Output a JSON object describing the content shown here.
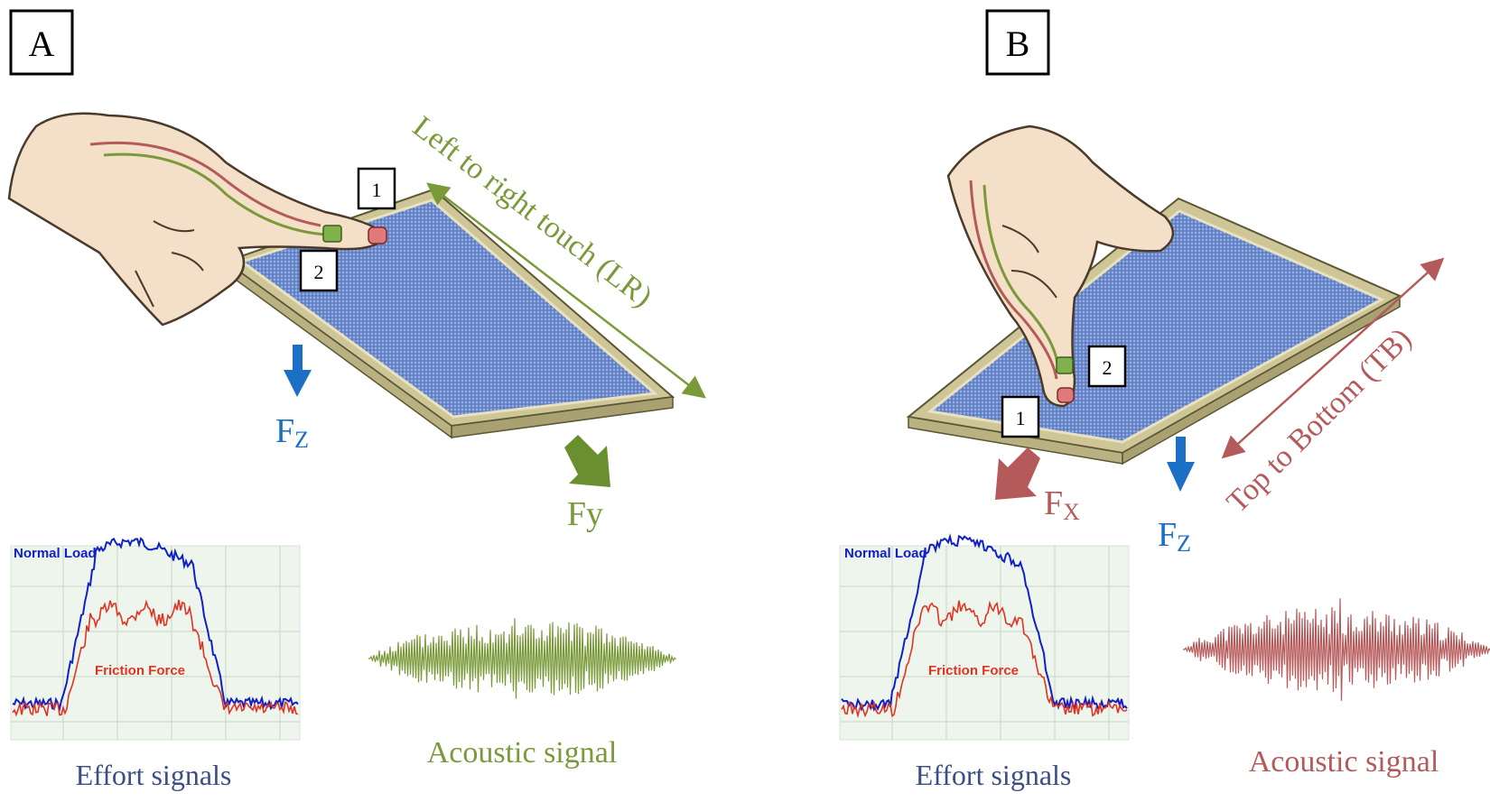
{
  "colors": {
    "green": "#7a9a3a",
    "green_dark": "#5f7d2a",
    "red": "#b55a5a",
    "blue": "#1b6fc4",
    "navy": "#3b4f84",
    "fabric": "#6f8ed0",
    "frame": "#d9d2a8",
    "skin": "#f4dfc8",
    "normal_load": "#1020c8",
    "friction": "#e23222"
  },
  "panel_a": {
    "badge": "A",
    "label_1": "1",
    "label_2": "2",
    "direction": "Left to right touch (LR)",
    "force_z_base": "F",
    "force_z_sub": "Z",
    "force_y": "Fy",
    "effort_normal": "Normal Load",
    "effort_friction": "Friction Force",
    "effort_caption": "Effort signals",
    "acoustic_caption": "Acoustic  signal"
  },
  "panel_b": {
    "badge": "B",
    "label_1": "1",
    "label_2": "2",
    "direction": "Top to Bottom (TB)",
    "force_x_base": "F",
    "force_x_sub": "X",
    "force_z_base": "F",
    "force_z_sub": "Z",
    "effort_normal": "Normal Load",
    "effort_friction": "Friction Force",
    "effort_caption": "Effort signals",
    "acoustic_caption": "Acoustic  signal"
  }
}
